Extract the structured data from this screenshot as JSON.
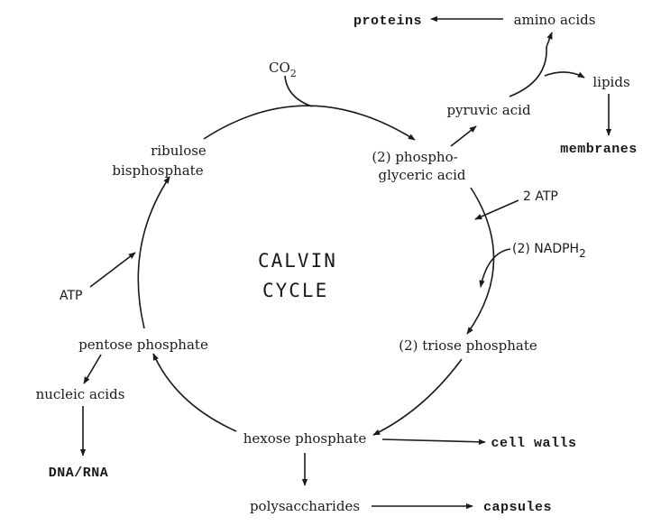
{
  "title_lines": [
    "CALVIN",
    "CYCLE"
  ],
  "labels": {
    "co2": "CO",
    "co2_sub": "2",
    "rubp_line1": "ribulose",
    "rubp_line2": "bisphosphate",
    "pga_line1": "(2) phospho-",
    "pga_line2": "glyceric acid",
    "atp_in": "2 ATP",
    "nadph_main": "(2) NADPH",
    "nadph_sub": "2",
    "triose": "(2) triose phosphate",
    "hexose": "hexose phosphate",
    "pentose": "pentose phosphate",
    "atp_left": "ATP",
    "nucleic": "nucleic acids",
    "dna_rna": "DNA/RNA",
    "polysaccharides": "polysaccharides",
    "capsules": "capsules",
    "cell_walls": "cell walls",
    "pyruvic": "pyruvic acid",
    "amino": "amino acids",
    "proteins": "proteins",
    "lipids": "lipids",
    "membranes": "membranes"
  }
}
